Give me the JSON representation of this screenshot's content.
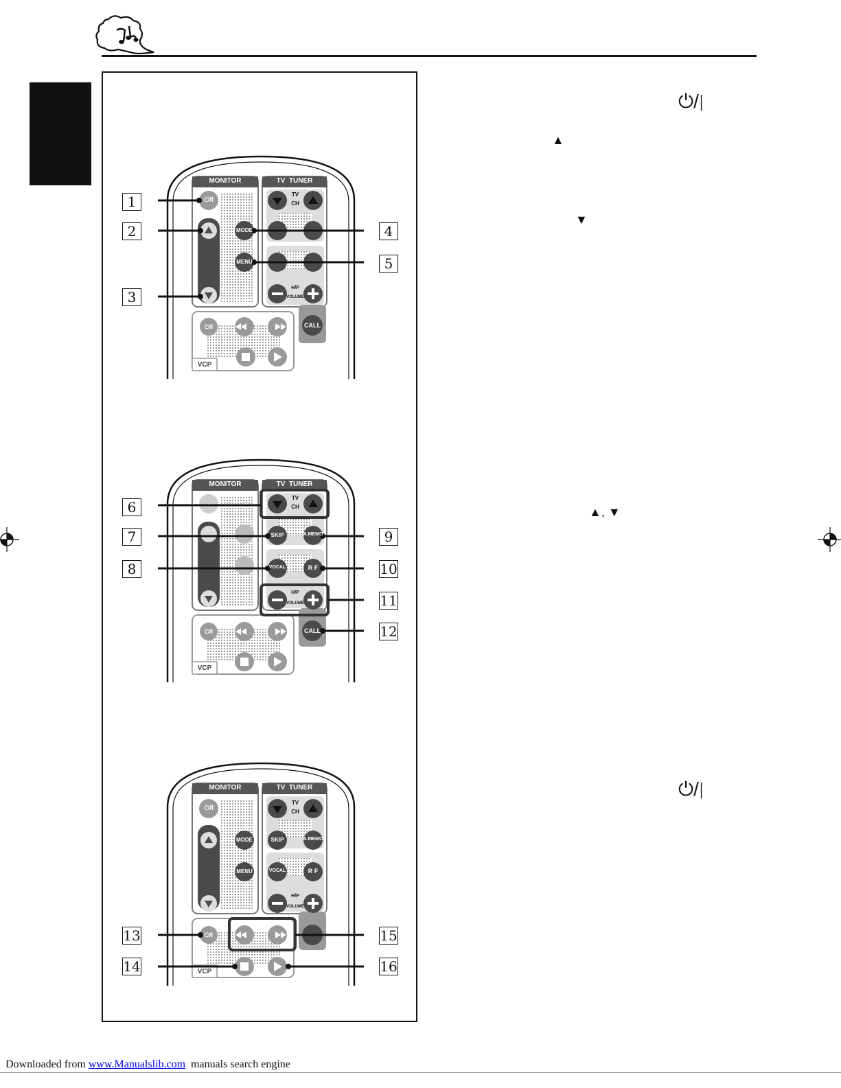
{
  "sections": {
    "monitor": "MONITOR",
    "tv_tuner": "TV  TUNER",
    "vcp": "VCP"
  },
  "buttons": {
    "power": "⏻/I",
    "mode": "MODE",
    "menu": "MENU",
    "tv": "TV",
    "ch": "CH",
    "skip": "SKIP",
    "amemo": "A.MEMO",
    "vocal": "VOCAL",
    "rf": "R F",
    "hp": "H/P",
    "volume": "VOLUME",
    "call": "CALL"
  },
  "callouts": {
    "panel1": [
      "1",
      "2",
      "3",
      "4",
      "5"
    ],
    "panel2": [
      "6",
      "7",
      "8",
      "9",
      "10",
      "11",
      "12"
    ],
    "panel3": [
      "13",
      "14",
      "15",
      "16"
    ]
  },
  "text_glyphs": {
    "power_symbol": "⏻/∣",
    "up_arrow": "▲",
    "down_arrow": "▼",
    "up_down": "▲, ▼"
  },
  "footer": {
    "prefix": "Downloaded from ",
    "link": "www.Manualslib.com",
    "suffix": "  manuals search engine"
  },
  "colors": {
    "ink": "#111111",
    "light_button": "#9a9a9a",
    "dark_button": "#4a4a4a",
    "panel_fill": "#d9d9d9",
    "link": "#0000ee"
  }
}
